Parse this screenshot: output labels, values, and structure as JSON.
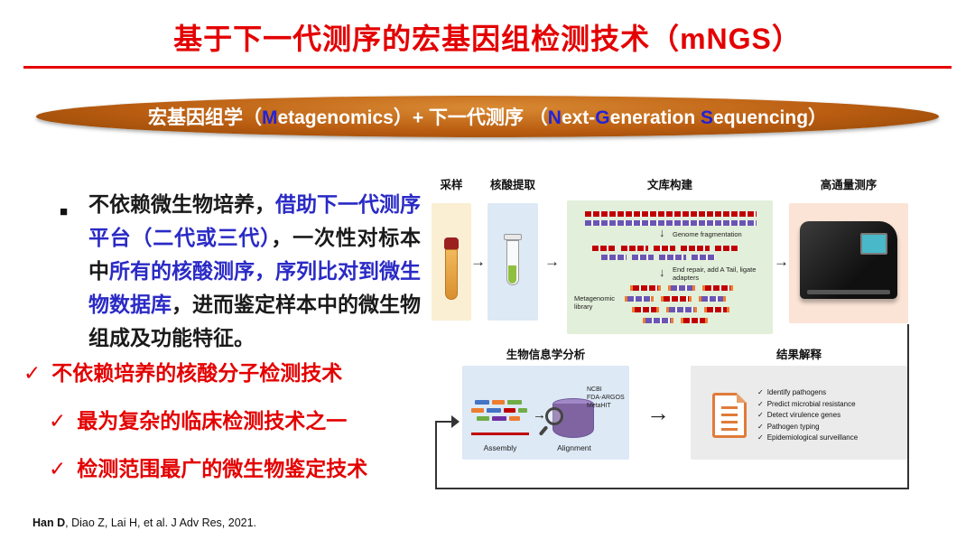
{
  "title": "基于下一代测序的宏基因组检测技术（mNGS）",
  "icons": {
    "bullet": "■",
    "check": "✓",
    "arrow_right": "→",
    "arrow_down": "↓"
  },
  "colors": {
    "title_red": "#e40000",
    "banner_orange": "#ba5d11",
    "accent_blue": "#2a2ac6",
    "check_red": "#e40000"
  },
  "banner": {
    "segments": [
      {
        "text": "宏基因组学（",
        "color": "#ffffff"
      },
      {
        "text": "M",
        "color": "#2222d6"
      },
      {
        "text": "etagenomics）+ 下一代测序 （",
        "color": "#ffffff"
      },
      {
        "text": "N",
        "color": "#2222d6"
      },
      {
        "text": "ext-",
        "color": "#ffffff"
      },
      {
        "text": "G",
        "color": "#2222d6"
      },
      {
        "text": "eneration ",
        "color": "#ffffff"
      },
      {
        "text": "S",
        "color": "#2222d6"
      },
      {
        "text": "equencing）",
        "color": "#ffffff"
      }
    ]
  },
  "bullet": {
    "segments": [
      {
        "text": "不依赖微生物培养，",
        "color": "#1a1a1a"
      },
      {
        "text": "借助下一代测序平台（二代或三代）",
        "color": "#2a2ac6"
      },
      {
        "text": "，一次性对标本中",
        "color": "#1a1a1a"
      },
      {
        "text": "所有的核酸测序，",
        "color": "#2a2ac6"
      },
      {
        "text": "序列比对到微生物数据库",
        "color": "#2a2ac6"
      },
      {
        "text": "，进而鉴定样本中的微生物组成及功能特征。",
        "color": "#1a1a1a"
      }
    ]
  },
  "highlights": {
    "items": [
      "不依赖培养的核酸分子检测技术",
      "最为复杂的临床检测技术之一",
      "检测范围最广的微生物鉴定技术"
    ]
  },
  "workflow": {
    "steps": [
      "采样",
      "核酸提取",
      "文库构建",
      "高通量测序"
    ],
    "library": {
      "step1": "Genome fragmentation",
      "step2": "End repair, add A Tail, ligate adapters",
      "step3": "Metagenomic library"
    },
    "bioinformatics": {
      "title": "生物信息学分析",
      "assembly": "Assembly",
      "alignment": "Alignment",
      "databases": [
        "NCBI",
        "FDA-ARGOS",
        "MetaHIT"
      ]
    },
    "results": {
      "title": "结果解释",
      "items": [
        "Identify pathogens",
        "Predict microbial resistance",
        "Detect virulence genes",
        "Pathogen typing",
        "Epidemiological surveillance"
      ]
    }
  },
  "citation": {
    "segments": [
      {
        "text": "Han D",
        "bold": true
      },
      {
        "text": ", Diao Z, Lai H, et al. J Adv Res, 2021."
      }
    ]
  }
}
